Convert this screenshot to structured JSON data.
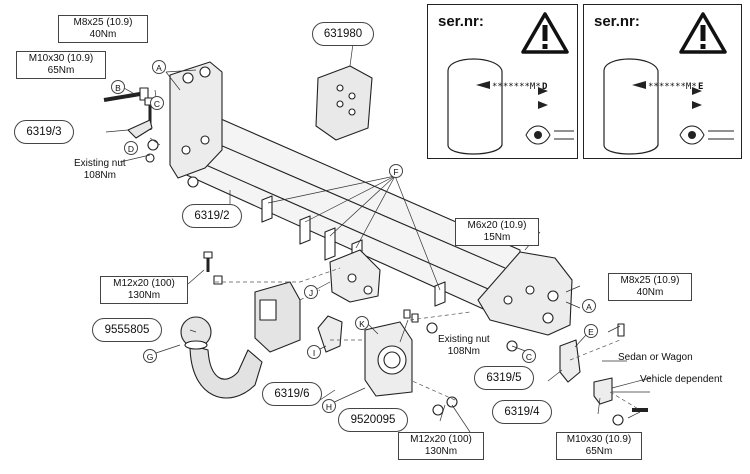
{
  "torque_boxes": {
    "m8_top": {
      "line1": "M8x25 (10.9)",
      "line2": "40Nm"
    },
    "m10_top": {
      "line1": "M10x30 (10.9)",
      "line2": "65Nm"
    },
    "m6": {
      "line1": "M6x20 (10.9)",
      "line2": "15Nm"
    },
    "m8_right": {
      "line1": "M8x25 (10.9)",
      "line2": "40Nm"
    },
    "m12_left": {
      "line1": "M12x20 (100)",
      "line2": "130Nm"
    },
    "m12_bottom": {
      "line1": "M12x20 (100)",
      "line2": "130Nm"
    },
    "m10_bottom": {
      "line1": "M10x30 (10.9)",
      "line2": "65Nm"
    }
  },
  "part_numbers": {
    "p631980": "631980",
    "p6319_3": "6319/3",
    "p6319_2": "6319/2",
    "p9555805": "9555805",
    "p6319_6": "6319/6",
    "p9520095": "9520095",
    "p6319_5": "6319/5",
    "p6319_4": "6319/4"
  },
  "notes": {
    "existing_nut_top": {
      "line1": "Existing nut",
      "line2": "108Nm"
    },
    "existing_nut_mid": {
      "line1": "Existing nut",
      "line2": "108Nm"
    },
    "sedan_or_wagon": "Sedan or Wagon",
    "vehicle_dependent": "Vehicle dependent"
  },
  "letters": {
    "A": "A",
    "B": "B",
    "C": "C",
    "D": "D",
    "E": "E",
    "F": "F",
    "G": "G",
    "H": "H",
    "I": "I",
    "J": "J",
    "K": "K"
  },
  "serial_panels": [
    {
      "title": "ser.nr:",
      "code": "*******M*",
      "suffix": "D"
    },
    {
      "title": "ser.nr:",
      "code": "*******M*",
      "suffix": "E"
    }
  ]
}
